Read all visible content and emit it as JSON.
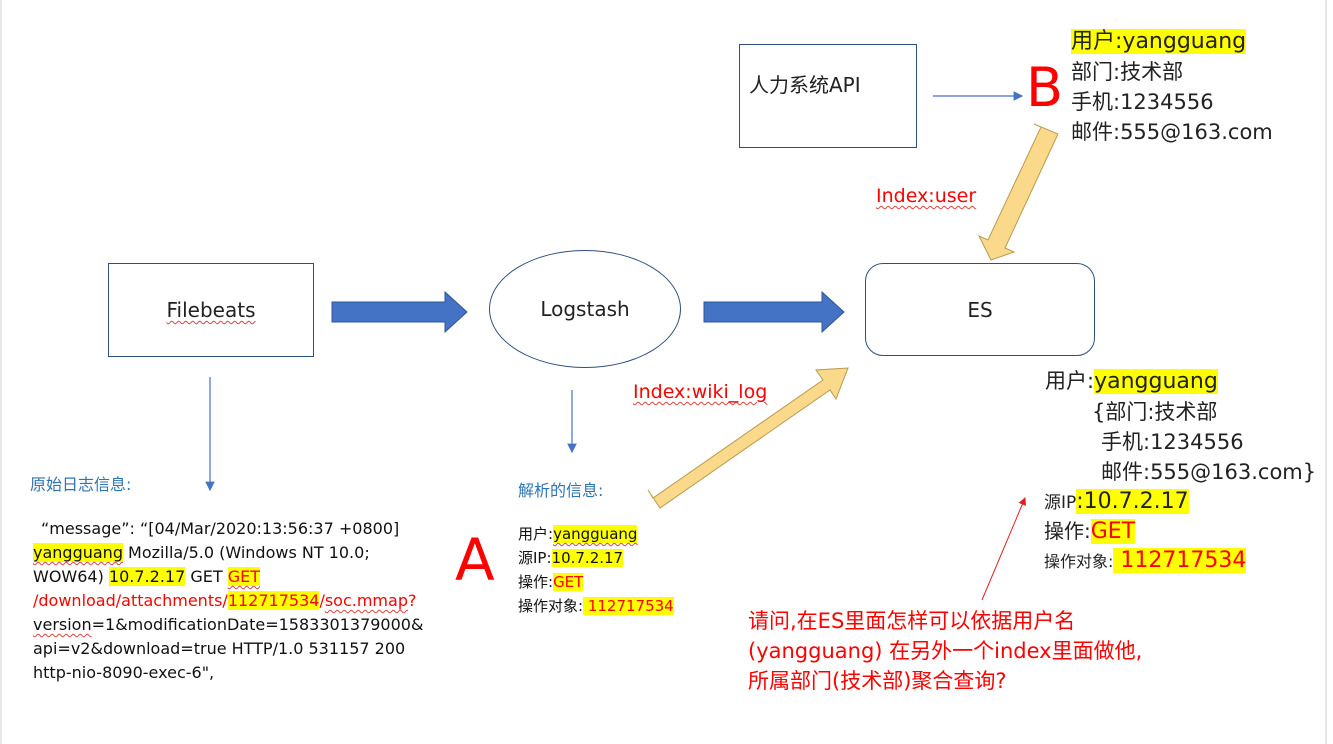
{
  "colors": {
    "box_border": "#2f4f7f",
    "thick_arrow": "#4472c4",
    "yellow_arrow": "#fbd98a",
    "highlight": "#ffff00",
    "red": "#ff0000",
    "blue_text": "#2e74b5"
  },
  "nodes": {
    "hr_api": "人力系统API",
    "filebeats": "Filebeats",
    "logstash": "Logstash",
    "es": "ES"
  },
  "labels": {
    "b": "B",
    "a": "A",
    "index_user": "Index:user",
    "index_wiki_log": "Index:wiki_log"
  },
  "user_info_b": {
    "user_label": "用户:",
    "user_value": "yangguang",
    "dept": "部门:技术部",
    "phone": "手机:1234556",
    "email": "邮件:555@163.com"
  },
  "raw_log": {
    "title": "原始日志信息:",
    "l1": "“message”: “[04/Mar/2020:13:56:37 +0800]",
    "l2_user": "yangguang",
    "l2_rest": " Mozilla/5.0 (Windows NT 10.0;",
    "l3_a": "WOW64) ",
    "l3_ip": "10.7.2.17",
    "l3_b": " GET ",
    "l3_get": "GET",
    "l4_a": "/download/attachments/",
    "l4_id": "112717534",
    "l4_b": "/",
    "l4_c": "soc.mmap",
    "l4_d": "?",
    "l5_a": "version",
    "l5_b": "=1&modificationDate=1583301379000&",
    "l6": "api=v2&download=true HTTP/1.0 531157 200",
    "l7": "http-nio-8090-exec-6\","
  },
  "parsed": {
    "title": "解析的信息:",
    "user_label": "用户:",
    "user_value": "yangguang",
    "ip_label": "源IP:",
    "ip_value": "10.7.2.17",
    "op_label": "操作:",
    "op_value": "GET",
    "target_label": "操作对象:",
    "target_value": " 112717534"
  },
  "es_doc": {
    "user_label": "用户:",
    "user_value": "yangguang",
    "dept": "{部门:技术部",
    "phone": "手机:1234556",
    "email": "邮件:555@163.com}",
    "ip_label": "源IP",
    "ip_value": ":10.7.2.17",
    "op_label": "操作:",
    "op_value": "GET",
    "target_label": "操作对象:",
    "target_value": " 112717534"
  },
  "question": {
    "l1": "请问,在ES里面怎样可以依据用户名",
    "l2": "(yangguang) 在另外一个index里面做他,",
    "l3": "所属部门(技术部)聚合查询?"
  }
}
